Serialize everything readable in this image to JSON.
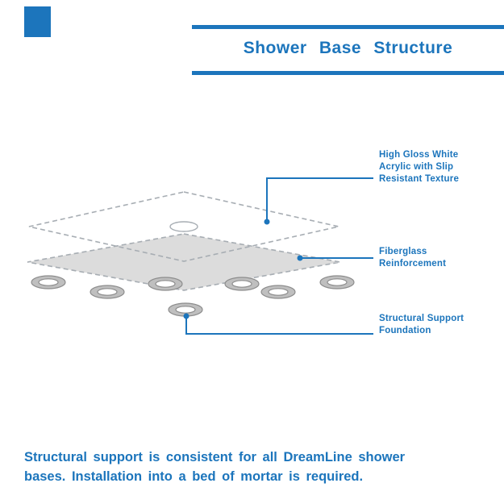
{
  "header": {
    "title": "Shower Base Structure"
  },
  "callouts": {
    "acrylic": {
      "label": "High Gloss White Acrylic with Slip Resistant Texture"
    },
    "fiberglass": {
      "label": "Fiberglass Reinforcement"
    },
    "foundation": {
      "label": "Structural Support Foundation"
    }
  },
  "footer": {
    "note": "Structural support is consistent for all DreamLine shower bases. Installation into a bed of mortar is required."
  },
  "colors": {
    "brand_blue": "#1c75bc",
    "layer_gray": "#dcdcdc",
    "outline_gray": "#a7adb3",
    "foot_gray": "#bfbfbf"
  }
}
